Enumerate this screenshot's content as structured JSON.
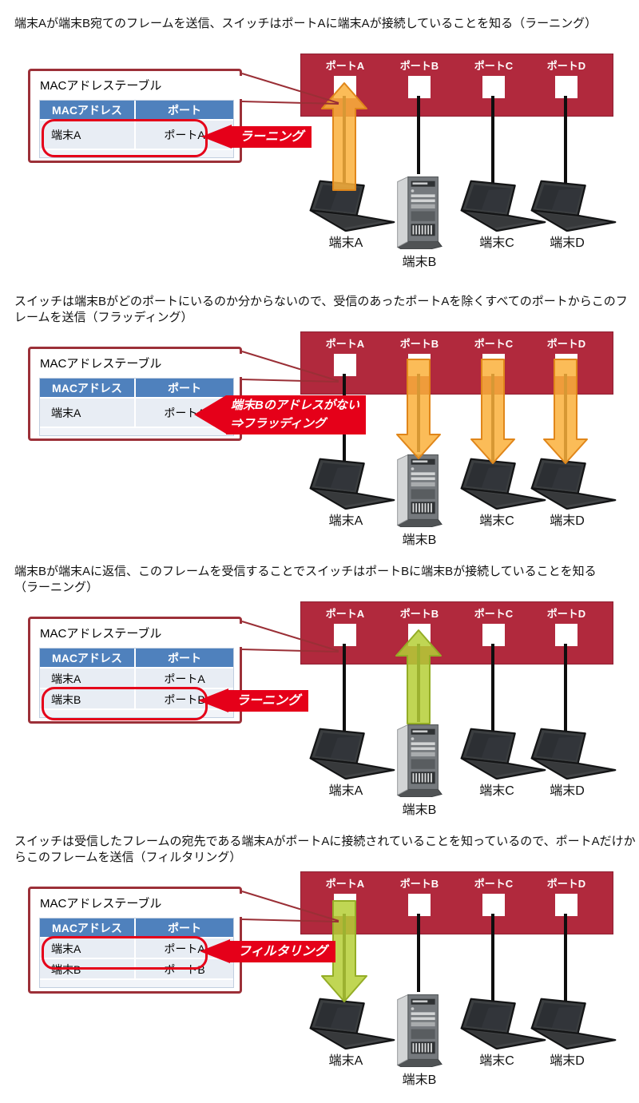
{
  "labels": {
    "table_title": "MACアドレステーブル",
    "col_mac": "MACアドレス",
    "col_port": "ポート",
    "ports": [
      "ポートA",
      "ポートB",
      "ポートC",
      "ポートD"
    ],
    "devices": [
      "端末A",
      "端末B",
      "端末C",
      "端末D"
    ]
  },
  "colors": {
    "switch_red": "#b1293d",
    "table_border_red": "#9c3038",
    "annotation_red": "#e50019",
    "highlight_red": "#e50019",
    "table_header_blue": "#4f81bd",
    "table_row_blue": "#e8edf4",
    "frame_arrow_orange": "#fab03b",
    "frame_arrow_green": "#b5cf36",
    "cable_black": "#0e0e0e"
  },
  "panels": [
    {
      "caption": "端末Aが端末B宛てのフレームを送信、スイッチはポートAに端末Aが接続していることを知る（ラーニング）",
      "tag": "ラーニング",
      "rows": [
        {
          "mac": "端末A",
          "port": "ポートA"
        }
      ]
    },
    {
      "caption": "スイッチは端末Bがどのポートにいるのか分からないので、受信のあったポートAを除くすべてのポートからこのフレームを送信（フラッディング）",
      "tag_line1": "端末Bのアドレスがない",
      "tag_line2": "⇒フラッディング",
      "rows": [
        {
          "mac": "端末A",
          "port": "ポートA"
        }
      ]
    },
    {
      "caption": "端末Bが端末Aに返信、このフレームを受信することでスイッチはポートBに端末Bが接続していることを知る（ラーニング）",
      "tag": "ラーニング",
      "rows": [
        {
          "mac": "端末A",
          "port": "ポートA"
        },
        {
          "mac": "端末B",
          "port": "ポートB"
        }
      ]
    },
    {
      "caption": "スイッチは受信したフレームの宛先である端末AがポートAに接続されていることを知っているので、ポートAだけからこのフレームを送信（フィルタリング）",
      "tag": "フィルタリング",
      "rows": [
        {
          "mac": "端末A",
          "port": "ポートA"
        },
        {
          "mac": "端末B",
          "port": "ポートB"
        }
      ]
    }
  ]
}
